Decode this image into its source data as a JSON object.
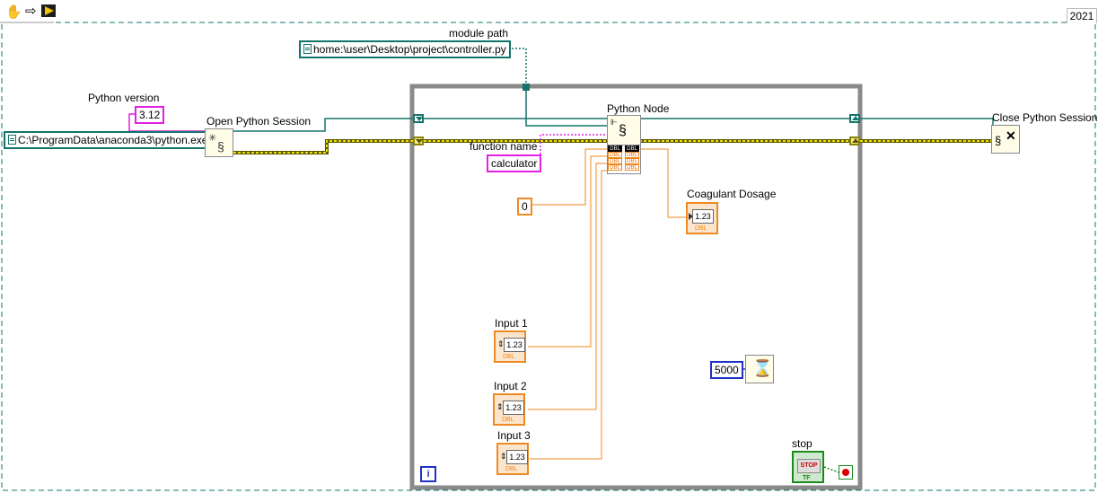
{
  "toolbar": {
    "run_continuous_icon": "hand-icon",
    "arrow_icon": "arrow-right-icon",
    "highlight_icon": "highlight-icon"
  },
  "version_label": "2021",
  "module_path": {
    "label": "module path",
    "value": "home:\\user\\Desktop\\project\\controller.py"
  },
  "python_version": {
    "label": "Python version",
    "value": "3.12"
  },
  "python_exe_path": "C:\\ProgramData\\anaconda3\\python.exe",
  "open_session": {
    "label": "Open Python Session"
  },
  "close_session": {
    "label": "Close Python Session"
  },
  "python_node": {
    "label": "Python Node",
    "input_types": [
      "DBL",
      "DBL",
      "DBL",
      "DBL"
    ],
    "output_types": [
      "DBL",
      "DBL",
      "DBL",
      "DBL"
    ]
  },
  "function_name": {
    "label": "function name",
    "value": "calculator"
  },
  "zero_constant": "0",
  "coagulant_dosage": {
    "label": "Coagulant Dosage",
    "display": "1.23",
    "type": "DBL"
  },
  "inputs": [
    {
      "label": "Input 1",
      "display": "1.23",
      "type": "DBL"
    },
    {
      "label": "Input 2",
      "display": "1.23",
      "type": "DBL"
    },
    {
      "label": "Input 3",
      "display": "1.23",
      "type": "DBL"
    }
  ],
  "wait_constant": "5000",
  "stop": {
    "label": "stop",
    "button_text": "STOP",
    "type": "TF"
  },
  "iteration_terminal": "i",
  "colors": {
    "path_wire": "#14746c",
    "string_wire": "#e21fe5",
    "dbl_wire": "#ef8a22",
    "int_wire": "#1f31c6",
    "bool_wire": "#1b8a1b",
    "loop_border": "#8a8a8a",
    "session_wire": "#b6b000"
  }
}
